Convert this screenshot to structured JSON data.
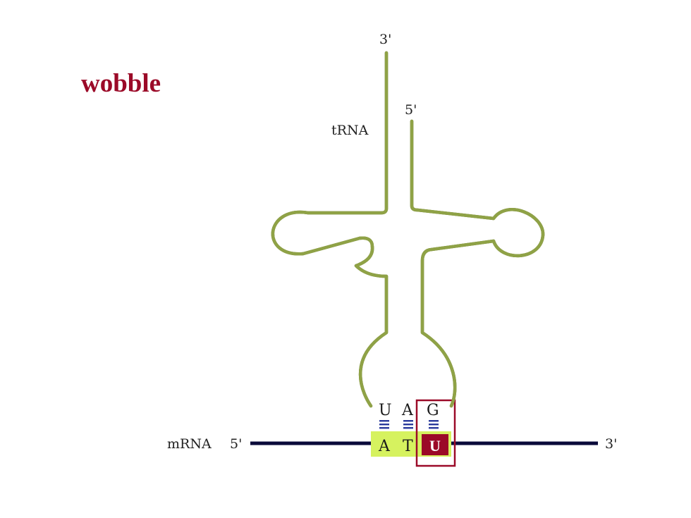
{
  "title": "wobble",
  "labels": {
    "trna": "tRNA",
    "trna_3prime": "3'",
    "trna_5prime": "5'",
    "mrna": "mRNA",
    "mrna_5prime": "5'",
    "mrna_3prime": "3'"
  },
  "anticodon": [
    "U",
    "A",
    "G"
  ],
  "codon": [
    "A",
    "T",
    "U"
  ],
  "colors": {
    "title": "#9b0a28",
    "trna": "#8fa246",
    "trna_edge": "#5d6b2a",
    "mrna": "#0a0a3a",
    "pairing": "#2b3a9c",
    "codon_highlight": "#d6f25f",
    "wobble": "#9b0a28"
  }
}
